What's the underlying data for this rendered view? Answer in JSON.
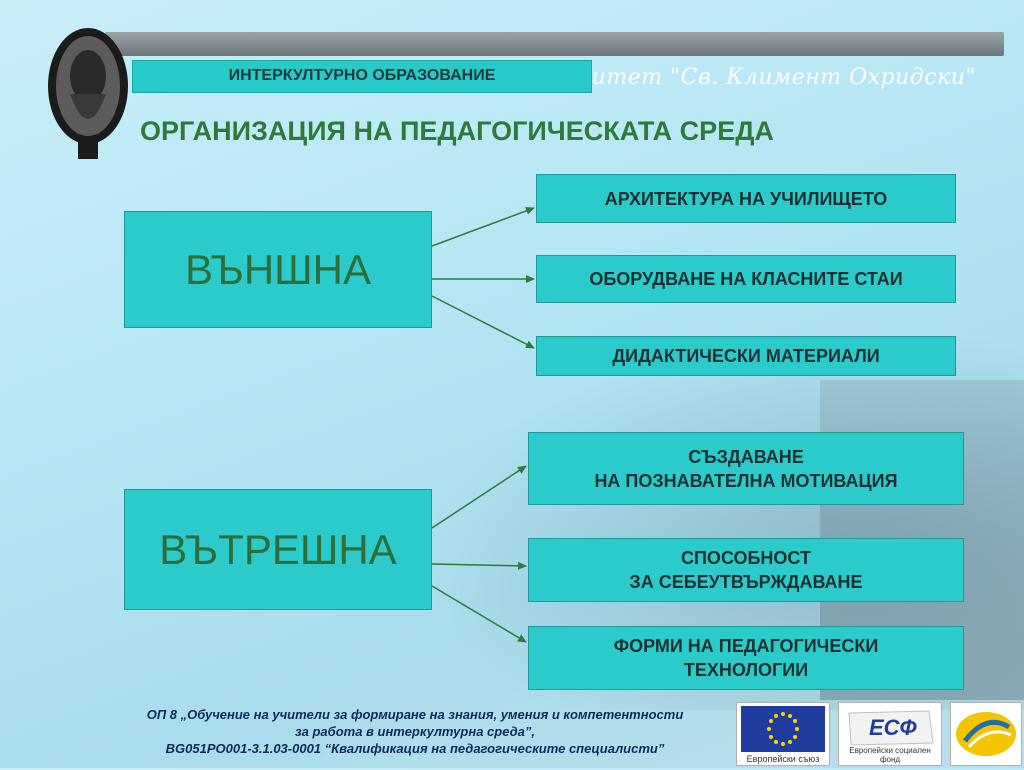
{
  "header": {
    "university": "Софийски университет \"Св. Климент Охридски\"",
    "subtitle": "ИНТЕРКУЛТУРНО  ОБРАЗОВАНИЕ",
    "title": "ОРГАНИЗАЦИЯ НА ПЕДАГОГИЧЕСКАТА СРЕДА"
  },
  "diagram": {
    "external": {
      "label": "ВЪНШНА",
      "items": [
        "АРХИТЕКТУРА НА УЧИЛИЩЕТО",
        "ОБОРУДВАНЕ НА КЛАСНИТЕ СТАИ",
        "ДИДАКТИЧЕСКИ МАТЕРИАЛИ"
      ]
    },
    "internal": {
      "label": "ВЪТРЕШНА",
      "items": [
        {
          "line1": "СЪЗДАВАНЕ",
          "line2": "НА ПОЗНАВАТЕЛНА МОТИВАЦИЯ"
        },
        {
          "line1": "СПОСОБНОСТ",
          "line2": "ЗА СЕБЕУТВЪРЖДАВАНЕ"
        },
        {
          "line1": "ФОРМИ НА ПЕДАГОГИЧЕСКИ",
          "line2": "ТЕХНОЛОГИИ"
        }
      ]
    },
    "colors": {
      "box": "#2ccbcb",
      "arrow": "#2f7a3a",
      "title": "#2f7a3a"
    }
  },
  "footer": {
    "line1": "ОП 8 „Обучение на учители за формиране на знания, умения и компетентности",
    "line2": "за работа в интеркултурна среда”,",
    "line3": "BG051PO001-3.1.03-0001 “Квалификация на педагогическите специалисти”",
    "eu_caption": "Европейски съюз",
    "esf_label": "ЕСФ",
    "esf_caption": "Европейски социален фонд"
  }
}
